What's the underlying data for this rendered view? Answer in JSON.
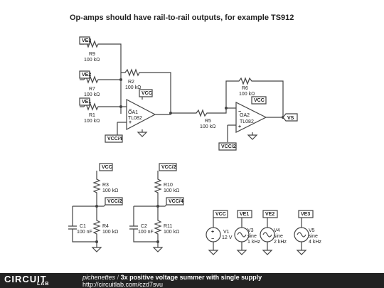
{
  "title": "Op-amps should have rail-to-rail outputs, for example TS912",
  "nets": {
    "ve1": "VE1",
    "ve2": "VE2",
    "ve3": "VE3",
    "vcc": "VCC",
    "vcc2": "VCC/2",
    "vcc4": "VCC/4",
    "vs": "VS"
  },
  "components": {
    "r1": {
      "name": "R1",
      "value": "100 kΩ"
    },
    "r2": {
      "name": "R2",
      "value": "100 kΩ"
    },
    "r3": {
      "name": "R3",
      "value": "100 kΩ"
    },
    "r4": {
      "name": "R4",
      "value": "100 kΩ"
    },
    "r5": {
      "name": "R5",
      "value": "100 kΩ"
    },
    "r6": {
      "name": "R6",
      "value": "100 kΩ"
    },
    "r7": {
      "name": "R7",
      "value": "100 kΩ"
    },
    "r9": {
      "name": "R9",
      "value": "100 kΩ"
    },
    "r10": {
      "name": "R10",
      "value": "100 kΩ"
    },
    "r11": {
      "name": "R11",
      "value": "100 kΩ"
    },
    "c1": {
      "name": "C1",
      "value": "100 nF"
    },
    "c2": {
      "name": "C2",
      "value": "100 nF"
    },
    "oa1": {
      "name": "OA1",
      "part": "TL082"
    },
    "oa2": {
      "name": "OA2",
      "part": "TL082"
    },
    "v1": {
      "name": "V1",
      "value": "12 V"
    },
    "v3": {
      "name": "V3",
      "type": "sine",
      "freq": "1 kHz"
    },
    "v4": {
      "name": "V4",
      "type": "sine",
      "freq": "2 kHz"
    },
    "v5": {
      "name": "V5",
      "type": "sine",
      "freq": "4 kHz"
    }
  },
  "footer": {
    "logo": "CIRCUIT",
    "logo_sub": "LAB",
    "author": "pichenettes",
    "separator": "/",
    "circuit_title": "3x positive voltage summer with single supply",
    "url": "http://circuitlab.com/czd7svu"
  }
}
